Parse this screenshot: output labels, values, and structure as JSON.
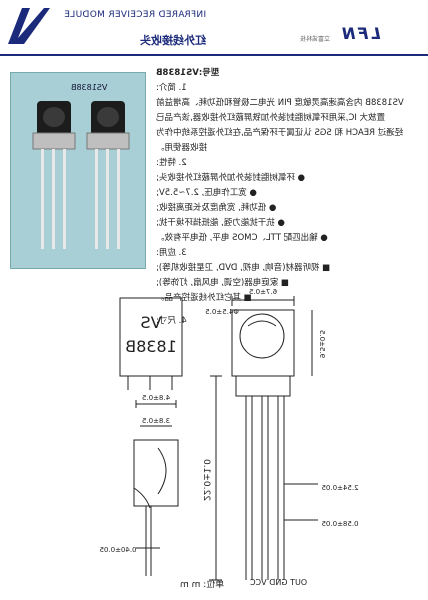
{
  "header": {
    "english_title": "INFRARED RECEIVER MODULE",
    "chinese_title": "红外线接收头",
    "brand": "LFN",
    "brand_subtitle": "立富诺科技"
  },
  "photo": {
    "label": "VS1838B"
  },
  "spec": {
    "model": "型号:VS1838B",
    "sec1_head": "1. 简介:",
    "sec1_lines": [
      "VS1838B 内含高速高灵敏度 PIN 光电二极管和低功耗、高增益前",
      "置放大 IC,采用环氧树脂封装外加铁屏蔽红外接收器,该产品已",
      "经通过 REACH 和 SGS 认证属于环保产品,在红外遥控系统中作为",
      "接收器使用。"
    ],
    "sec2_head": "2. 特性:",
    "sec2_items": [
      "环氧树脂封装外加外屏蔽红外接收头;",
      "宽工作电压, 2.7~5.5V;",
      "低功耗, 宽角度及长距离接收;",
      "抗干扰能力强, 能抵挡环境干扰;",
      "输出匹配 TTL、CMOS 电平, 低电平有效。"
    ],
    "sec3_head": "3. 应用:",
    "sec3_items": [
      "视听器材(音响, 电视, DVD, 卫星接收机等);",
      "家庭电器(空调, 电风扇, 灯饰等);",
      "其它红外线遥控产品。"
    ],
    "sec4_head": "4. 尺寸:"
  },
  "drawing": {
    "front_line1": "VS",
    "front_line2": "1838B",
    "dim_width": "6.7±0.5",
    "dim_lens": "Φ4.5±0.5",
    "dim_height": "9.5±0.5",
    "dim_lead": "22.0±1.0",
    "dim_pitch": "2.54±0.05",
    "dim_pin": "0.58±0.05",
    "dim_side_top": "4.8±0.5",
    "dim_side_body": "3.8±0.5",
    "dim_side_pin": "0.40±0.05",
    "units": "单位: m m",
    "pins": "OUT GND VCC"
  }
}
